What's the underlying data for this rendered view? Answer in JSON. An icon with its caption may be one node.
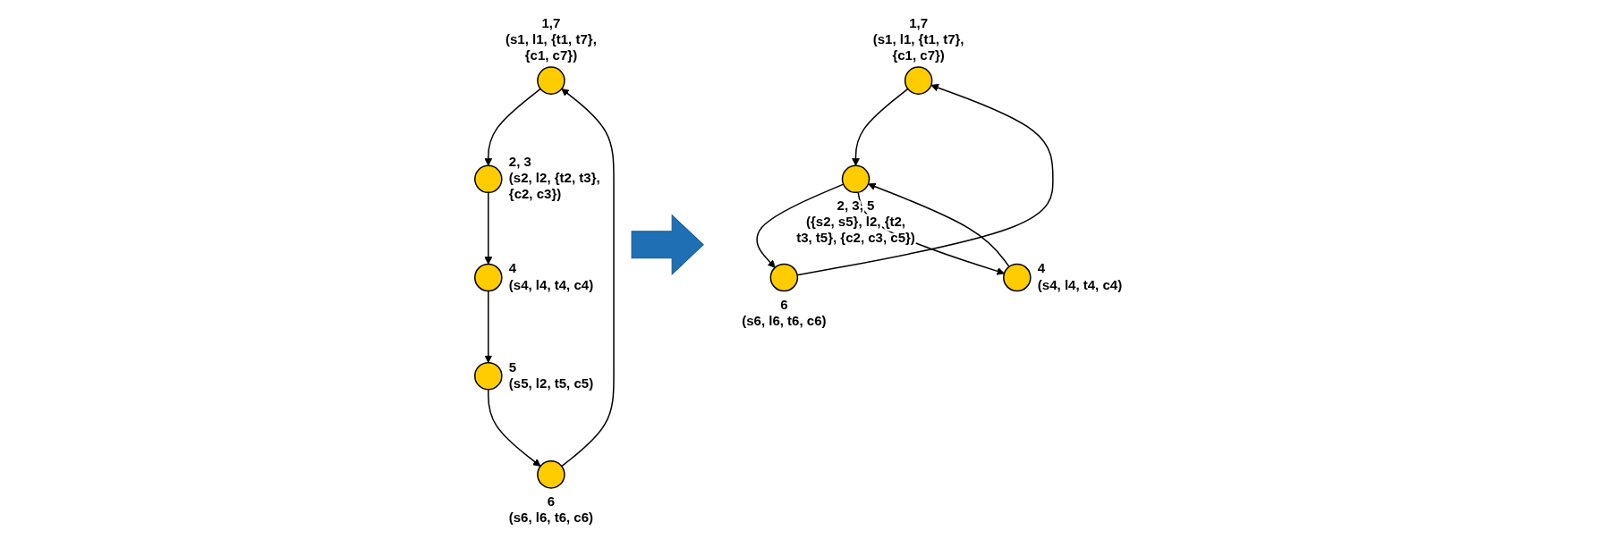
{
  "diagram": {
    "nodes": [
      {
        "text": [],
        "shape": "circle",
        "beside": [
          "1,7",
          "(s1, l1, {t1, t7}, {c1, c7})"
        ]
      },
      {
        "text": [],
        "shape": "circle",
        "beside": [
          "2, 3",
          "(s2, l2, {t2, t3}, {c2, c3})"
        ]
      },
      {
        "text": [],
        "shape": "circle",
        "beside": [
          "4",
          "(s4, l4, t4, c4)"
        ]
      },
      {
        "text": [],
        "shape": "circle",
        "beside": [
          "5",
          "(s5, l2, t5, c5)"
        ]
      },
      {
        "text": [],
        "shape": "circle",
        "beside": [
          "6",
          "(s6, l6, t6, c6)"
        ]
      },
      {
        "text": [],
        "shape": "circle",
        "beside": [
          "1,7",
          "(s1, l1, {t1, t7}, {c1, c7})"
        ]
      },
      {
        "text": [],
        "shape": "circle",
        "beside": [
          "6",
          "(s6, l6, t6, c6)"
        ]
      },
      {
        "text": [],
        "shape": "circle",
        "beside": [
          "4",
          "(s4, l4, t4, c4)"
        ]
      },
      {
        "text": [],
        "shape": "circle",
        "beside": [
          "2, 3, 5",
          "({s2, s5}, l2, {t2, t3, t5}, {c2, c3, c5})"
        ]
      }
    ],
    "edges": [
      {
        "from": 0,
        "to": 1,
        "arrow": "to"
      },
      {
        "from": 1,
        "to": 2,
        "arrow": "to"
      },
      {
        "from": 2,
        "to": 3,
        "arrow": "to"
      },
      {
        "from": 3,
        "to": 4,
        "arrow": "to"
      },
      {
        "from": 4,
        "to": 0,
        "arrow": "to"
      },
      {
        "from": 6,
        "to": 5,
        "arrow": "to"
      },
      {
        "from": 5,
        "to": 8,
        "arrow": "to"
      },
      {
        "from": 8,
        "to": 6,
        "arrow": "to"
      },
      {
        "from": 8,
        "to": 7,
        "arrow": "to"
      },
      {
        "from": 7,
        "to": 8,
        "arrow": "to"
      }
    ]
  }
}
